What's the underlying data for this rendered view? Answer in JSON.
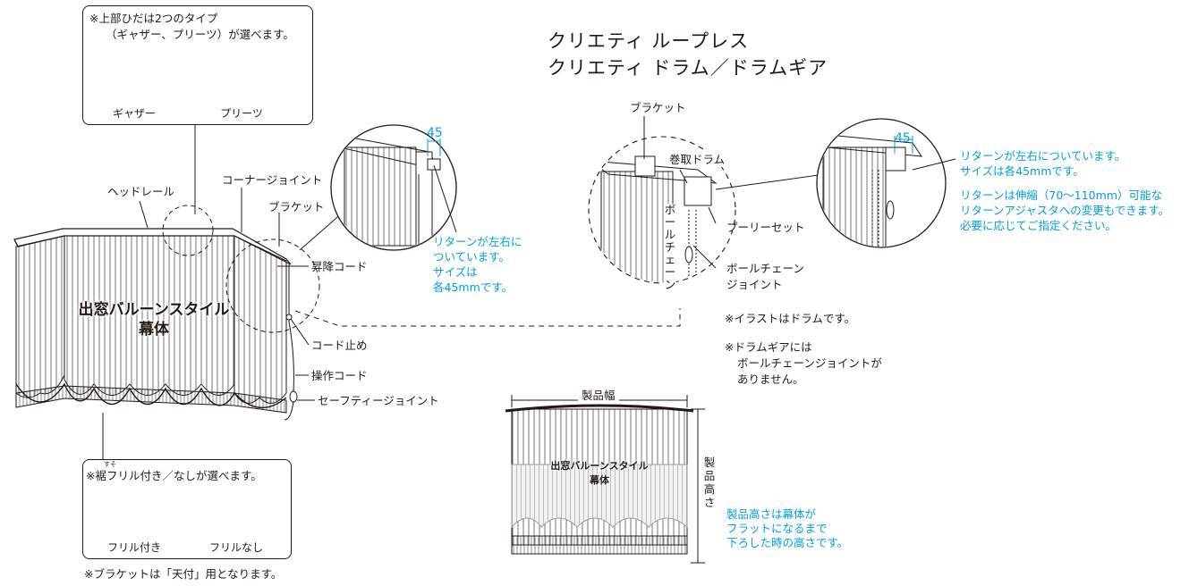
{
  "top_left_note": {
    "line1": "※上部ひだは2つのタイプ",
    "line2": "（ギャザー、プリーツ）が選べます。",
    "option_a": "ギャザー",
    "option_b": "プリーツ"
  },
  "bottom_left_note": {
    "ruby": "すそ",
    "line": "※裾フリル付き／なしが選べます。",
    "option_a": "フリル付き",
    "option_b": "フリルなし"
  },
  "bracket_note": "※ブラケットは「天付」用となります。",
  "left_labels": {
    "head_rail": "ヘッドレール",
    "corner_joint": "コーナージョイント",
    "bracket": "ブラケット",
    "lift_cord": "昇降コード",
    "cord_stopper": "コード止め",
    "operation_cord": "操作コード",
    "safety_joint": "セーフティージョイント",
    "curtain_line1": "出窓バルーンスタイル",
    "curtain_line2": "幕体"
  },
  "left_detail": {
    "dim": "45",
    "note_lines": [
      "リターンが左右に",
      "ついています。",
      "サイズは",
      "各45mmです。"
    ]
  },
  "title": {
    "line1": "クリエティ ループレス",
    "line2": "クリエティ ドラム／ドラムギア"
  },
  "right_labels": {
    "bracket": "ブラケット",
    "drum": "巻取ドラム",
    "ball_chain_vertical": [
      "ボ",
      "ー",
      "ル",
      "チ",
      "ェ",
      "ー",
      "ン"
    ],
    "pulley_set": "プーリーセット",
    "ball_chain_joint_1": "ボールチェーン",
    "ball_chain_joint_2": "ジョイント",
    "dim": "45"
  },
  "right_note": {
    "line1": "リターンが左右についています。",
    "line2": "サイズは各45mmです。",
    "line3": "リターンは伸縮（70〜110mm）可能な",
    "line4": "リターンアジャスタへの変更もできます。",
    "line5": "必要に応じてご指定ください。"
  },
  "illustration_notes": {
    "drum": "※イラストはドラムです。",
    "gear1": "※ドラムギアには",
    "gear2": "ボールチェーンジョイントが",
    "gear3": "ありません。"
  },
  "size_diagram": {
    "width_label": "製品幅",
    "height_label": [
      "製",
      "品",
      "高",
      "さ"
    ],
    "curtain_line1": "出窓バルーンスタイル",
    "curtain_line2": "幕体",
    "note_lines": [
      "製品高さは幕体が",
      "フラットになるまで",
      "下ろした時の高さです。"
    ]
  },
  "colors": {
    "ink": "#231815",
    "accent": "#009fe3",
    "shade": "#e6e6e6"
  }
}
